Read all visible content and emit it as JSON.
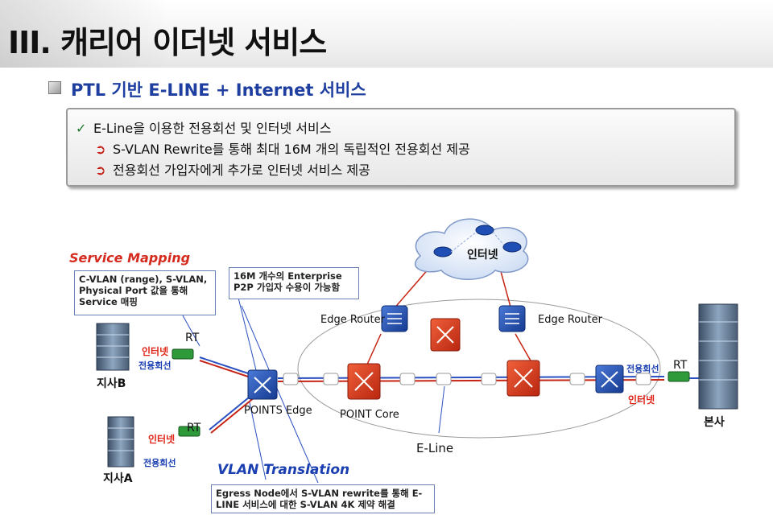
{
  "header": {
    "title": "III. 캐리어 이더넷 서비스",
    "subtitle": "PTL 기반 E-LINE + Internet 서비스"
  },
  "summary": {
    "lines": [
      {
        "marker": "✓",
        "text": "E-Line을 이용한 전용회선 및 인터넷 서비스"
      },
      {
        "marker": "➲",
        "text": "S-VLAN Rewrite를 통해 최대 16M 개의 독립적인 전용회선 제공"
      },
      {
        "marker": "➲",
        "text": "전용회선 가입자에게 추가로 인터넷 서비스 제공"
      }
    ]
  },
  "diagram": {
    "service_mapping_label": "Service Mapping",
    "service_mapping_box": [
      "C-VLAN (range), S-VLAN,",
      "Physical Port 값을 통해",
      "Service 매핑"
    ],
    "enterprise_box": [
      "16M 개수의 Enterprise",
      "P2P 가입자 수용이 가능함"
    ],
    "internet_cloud": "인터넷",
    "edge_router_left": "Edge Router",
    "edge_router_right": "Edge Router",
    "points_edge": "POINTS Edge",
    "point_core": "POINT Core",
    "eline": "E-Line",
    "vlan_translation": "VLAN Translation",
    "egress_box": [
      "Egress Node에서 S-VLAN rewrite를 통해 E-",
      "LINE 서비스에 대한 S-VLAN 4K 제약 해결"
    ],
    "site_b": "지사B",
    "site_a": "지사A",
    "hq": "본사",
    "rt": "RT",
    "tag_internet": "인터넷",
    "tag_leased": "전용회선"
  },
  "colors": {
    "title_blue": "#1f3fa0",
    "accent_red": "#d42b1e",
    "line_blue": "#2a4fc0",
    "router_blue": "#1f4fb5",
    "switch_red": "#d83a1e"
  }
}
